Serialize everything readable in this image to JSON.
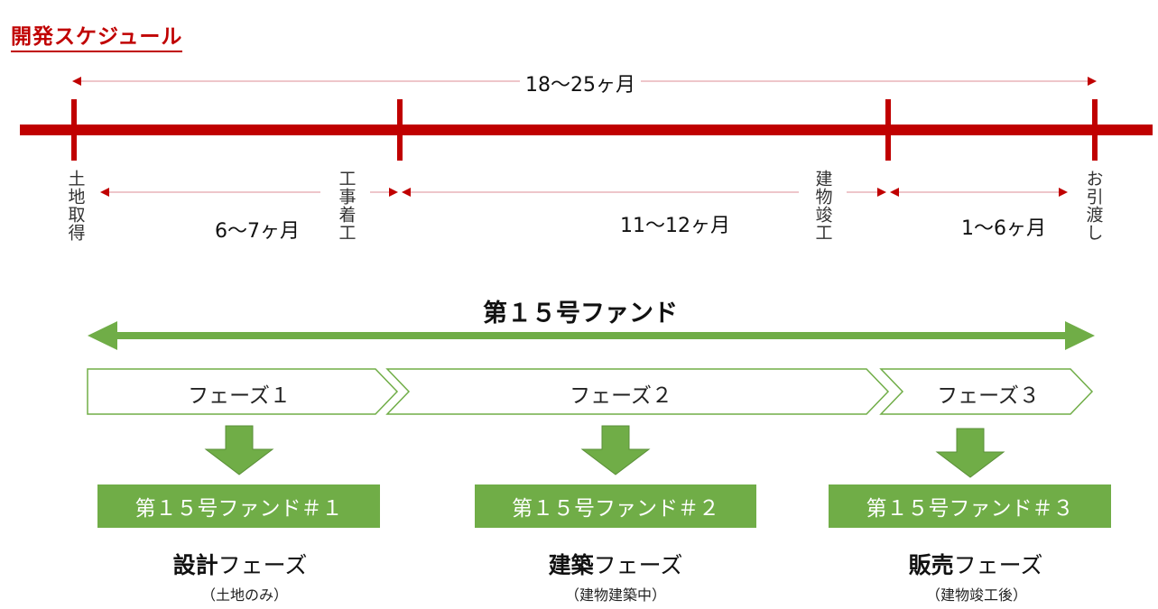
{
  "title": "開発スケジュール",
  "timeline": {
    "total": "18〜25ヶ月",
    "milestones": [
      "土地取得",
      "工事着工",
      "建物竣工",
      "お引渡し"
    ],
    "durations": [
      "6〜7ヶ月",
      "11〜12ヶ月",
      "1〜6ヶ月"
    ]
  },
  "fund": {
    "title": "第１５号ファンド",
    "phases": [
      "フェーズ１",
      "フェーズ２",
      "フェーズ３"
    ],
    "funds": [
      "第１５号ファンド＃１",
      "第１５号ファンド＃２",
      "第１５号ファンド＃３"
    ],
    "labels": [
      {
        "bold": "設計",
        "rest": "フェーズ",
        "sub": "（土地のみ）"
      },
      {
        "bold": "建築",
        "rest": "フェーズ",
        "sub": "（建物建築中）"
      },
      {
        "bold": "販売",
        "rest": "フェーズ",
        "sub": "（建物竣工後）"
      }
    ]
  },
  "colors": {
    "red": "#c00000",
    "green": "#70ad47",
    "pink": "#e8b4b8"
  }
}
